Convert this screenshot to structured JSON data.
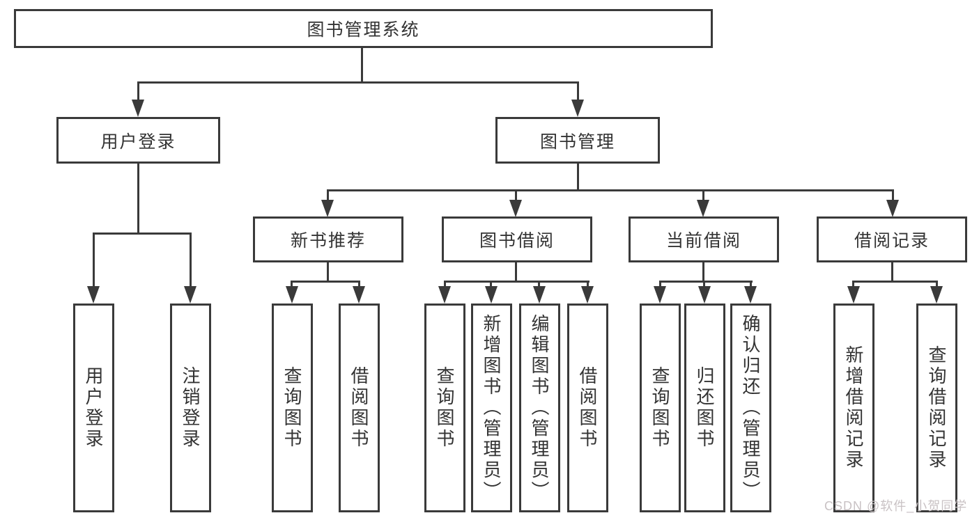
{
  "diagram_type": "hierarchy",
  "colors": {
    "line": "#3a3a3a",
    "text": "#333333",
    "background": "#ffffff",
    "watermark": "#c9c2c4"
  },
  "icons": {
    "connector_arrow": "arrow-down-icon"
  },
  "tree": {
    "root": {
      "label": "图书管理系统",
      "children": [
        {
          "label": "用户登录",
          "children": [
            {
              "label": "用户登录"
            },
            {
              "label": "注销登录"
            }
          ]
        },
        {
          "label": "图书管理",
          "children": [
            {
              "label": "新书推荐",
              "children": [
                {
                  "label": "查询图书"
                },
                {
                  "label": "借阅图书"
                }
              ]
            },
            {
              "label": "图书借阅",
              "children": [
                {
                  "label": "查询图书"
                },
                {
                  "label": "新增图书（管理员）"
                },
                {
                  "label": "编辑图书（管理员）"
                },
                {
                  "label": "借阅图书"
                }
              ]
            },
            {
              "label": "当前借阅",
              "children": [
                {
                  "label": "查询图书"
                },
                {
                  "label": "归还图书"
                },
                {
                  "label": "确认归还（管理员）"
                }
              ]
            },
            {
              "label": "借阅记录",
              "children": [
                {
                  "label": "新增借阅记录"
                },
                {
                  "label": "查询借阅记录"
                }
              ]
            }
          ]
        }
      ]
    }
  },
  "watermark": "CSDN @软件_小贺同学"
}
